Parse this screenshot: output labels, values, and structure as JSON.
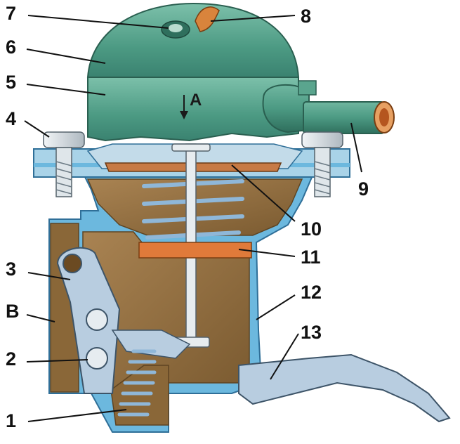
{
  "callouts": {
    "c1": "1",
    "c2": "2",
    "c3": "3",
    "c4": "4",
    "c5": "5",
    "c6": "6",
    "c7": "7",
    "c8": "8",
    "c9": "9",
    "c10": "10",
    "c11": "11",
    "c12": "12",
    "c13": "13",
    "cB": "B"
  },
  "flow_label": "A",
  "colors": {
    "cover": "#4c9a83",
    "cover_dark": "#2f6f5d",
    "cover_light": "#7cc0aa",
    "body_shell": "#6cb8de",
    "body_shell_dark": "#3f8fbf",
    "chamber": "#8a6738",
    "chamber_light": "#a98352",
    "lever_plate": "#b8cde0",
    "diaphragm": "#e07a3a",
    "copper": "#d9843c",
    "metal": "#d5dde3",
    "spring": "#7aa6c9"
  }
}
